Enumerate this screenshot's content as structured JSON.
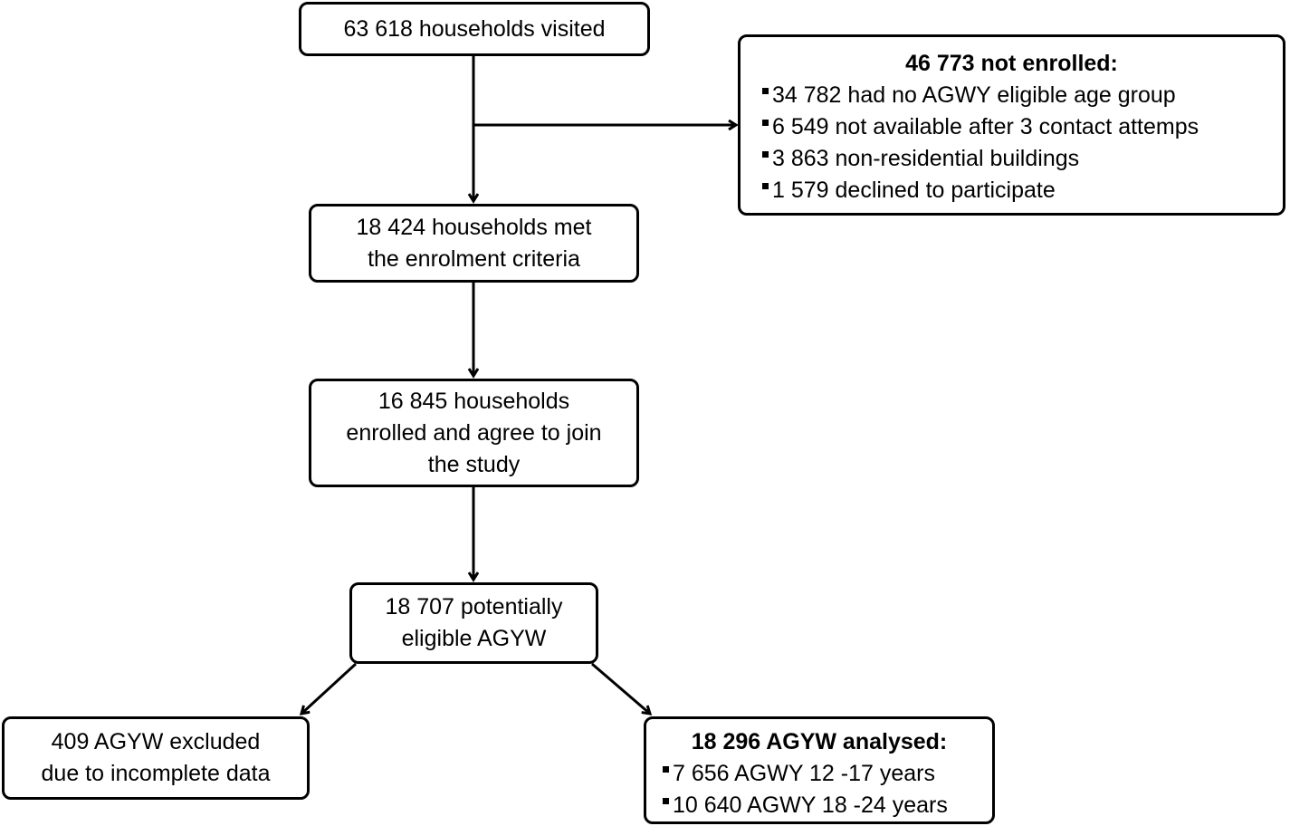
{
  "visited": {
    "lines": [
      "63 618 households visited"
    ]
  },
  "not_enrolled": {
    "heading": "46 773 not  enrolled:",
    "items": [
      "34 782 had no AGWY eligible age group",
      "6 549 not available  after 3 contact attemps",
      "3 863 non-residential buildings",
      "1 579 declined to participate"
    ]
  },
  "met_criteria": {
    "lines": [
      "18 424 households met",
      "the enrolment criteria"
    ]
  },
  "enrolled": {
    "lines": [
      "16 845 households",
      "enrolled and agree to join",
      "the study"
    ]
  },
  "eligible": {
    "lines": [
      "18 707 potentially",
      "eligible AGYW"
    ]
  },
  "excluded": {
    "lines": [
      "409 AGYW excluded",
      "due to incomplete data"
    ]
  },
  "analysed": {
    "heading": "18 296 AGYW  analysed:",
    "items": [
      "7 656 AGWY 12 -17 years",
      "10 640 AGWY 18 -24 years"
    ]
  }
}
